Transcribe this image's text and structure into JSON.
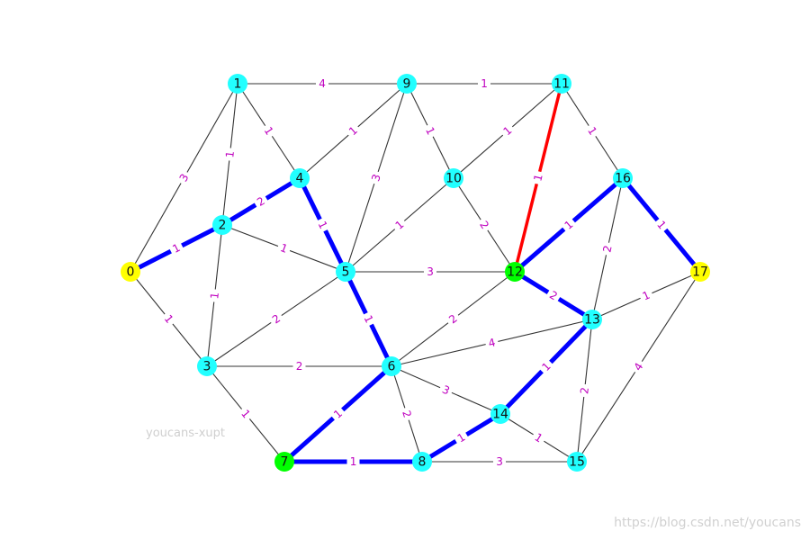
{
  "graph": {
    "colors": {
      "edge_default": "#333333",
      "edge_path": "#0000ff",
      "edge_special": "#ff0000",
      "node_default": "#22ffff",
      "node_terminal": "#ffff00",
      "node_highlight": "#00ff00",
      "edge_label": "#bf00bf",
      "node_label": "#111111"
    },
    "nodes": [
      {
        "id": "0",
        "role": "terminal"
      },
      {
        "id": "1",
        "role": "default"
      },
      {
        "id": "2",
        "role": "default"
      },
      {
        "id": "3",
        "role": "default"
      },
      {
        "id": "4",
        "role": "default"
      },
      {
        "id": "5",
        "role": "default"
      },
      {
        "id": "6",
        "role": "default"
      },
      {
        "id": "7",
        "role": "highlight"
      },
      {
        "id": "8",
        "role": "default"
      },
      {
        "id": "9",
        "role": "default"
      },
      {
        "id": "10",
        "role": "default"
      },
      {
        "id": "11",
        "role": "default"
      },
      {
        "id": "12",
        "role": "highlight"
      },
      {
        "id": "13",
        "role": "default"
      },
      {
        "id": "14",
        "role": "default"
      },
      {
        "id": "15",
        "role": "default"
      },
      {
        "id": "16",
        "role": "default"
      },
      {
        "id": "17",
        "role": "terminal"
      }
    ],
    "edges": [
      {
        "source": "0",
        "target": "1",
        "weight": "3",
        "style": "default"
      },
      {
        "source": "0",
        "target": "2",
        "weight": "1",
        "style": "path"
      },
      {
        "source": "0",
        "target": "3",
        "weight": "1",
        "style": "default"
      },
      {
        "source": "1",
        "target": "9",
        "weight": "4",
        "style": "default"
      },
      {
        "source": "1",
        "target": "4",
        "weight": "1",
        "style": "default"
      },
      {
        "source": "1",
        "target": "2",
        "weight": "1",
        "style": "default"
      },
      {
        "source": "2",
        "target": "4",
        "weight": "2",
        "style": "path"
      },
      {
        "source": "2",
        "target": "5",
        "weight": "1",
        "style": "default"
      },
      {
        "source": "2",
        "target": "3",
        "weight": "1",
        "style": "default"
      },
      {
        "source": "3",
        "target": "5",
        "weight": "2",
        "style": "default"
      },
      {
        "source": "3",
        "target": "6",
        "weight": "2",
        "style": "default"
      },
      {
        "source": "3",
        "target": "7",
        "weight": "1",
        "style": "default"
      },
      {
        "source": "4",
        "target": "9",
        "weight": "1",
        "style": "default"
      },
      {
        "source": "4",
        "target": "5",
        "weight": "1",
        "style": "path"
      },
      {
        "source": "5",
        "target": "9",
        "weight": "3",
        "style": "default"
      },
      {
        "source": "5",
        "target": "10",
        "weight": "1",
        "style": "default"
      },
      {
        "source": "5",
        "target": "12",
        "weight": "3",
        "style": "default"
      },
      {
        "source": "5",
        "target": "6",
        "weight": "1",
        "style": "path"
      },
      {
        "source": "6",
        "target": "7",
        "weight": "1",
        "style": "path"
      },
      {
        "source": "6",
        "target": "8",
        "weight": "2",
        "style": "default"
      },
      {
        "source": "6",
        "target": "14",
        "weight": "3",
        "style": "default"
      },
      {
        "source": "6",
        "target": "13",
        "weight": "4",
        "style": "default"
      },
      {
        "source": "6",
        "target": "12",
        "weight": "2",
        "style": "default"
      },
      {
        "source": "7",
        "target": "8",
        "weight": "1",
        "style": "path"
      },
      {
        "source": "8",
        "target": "14",
        "weight": "1",
        "style": "path"
      },
      {
        "source": "8",
        "target": "15",
        "weight": "3",
        "style": "default"
      },
      {
        "source": "9",
        "target": "11",
        "weight": "1",
        "style": "default"
      },
      {
        "source": "9",
        "target": "10",
        "weight": "1",
        "style": "default"
      },
      {
        "source": "10",
        "target": "11",
        "weight": "1",
        "style": "default"
      },
      {
        "source": "10",
        "target": "12",
        "weight": "2",
        "style": "default"
      },
      {
        "source": "11",
        "target": "12",
        "weight": "1",
        "style": "special"
      },
      {
        "source": "11",
        "target": "16",
        "weight": "1",
        "style": "default"
      },
      {
        "source": "12",
        "target": "16",
        "weight": "1",
        "style": "path"
      },
      {
        "source": "12",
        "target": "13",
        "weight": "2",
        "style": "path"
      },
      {
        "source": "13",
        "target": "16",
        "weight": "2",
        "style": "default"
      },
      {
        "source": "13",
        "target": "17",
        "weight": "1",
        "style": "default"
      },
      {
        "source": "13",
        "target": "14",
        "weight": "1",
        "style": "path"
      },
      {
        "source": "13",
        "target": "15",
        "weight": "2",
        "style": "default"
      },
      {
        "source": "14",
        "target": "15",
        "weight": "1",
        "style": "default"
      },
      {
        "source": "15",
        "target": "17",
        "weight": "4",
        "style": "default"
      },
      {
        "source": "16",
        "target": "17",
        "weight": "1",
        "style": "path"
      }
    ]
  },
  "watermarks": {
    "user": "youcans-xupt",
    "url": "https://blog.csdn.net/youcans"
  }
}
